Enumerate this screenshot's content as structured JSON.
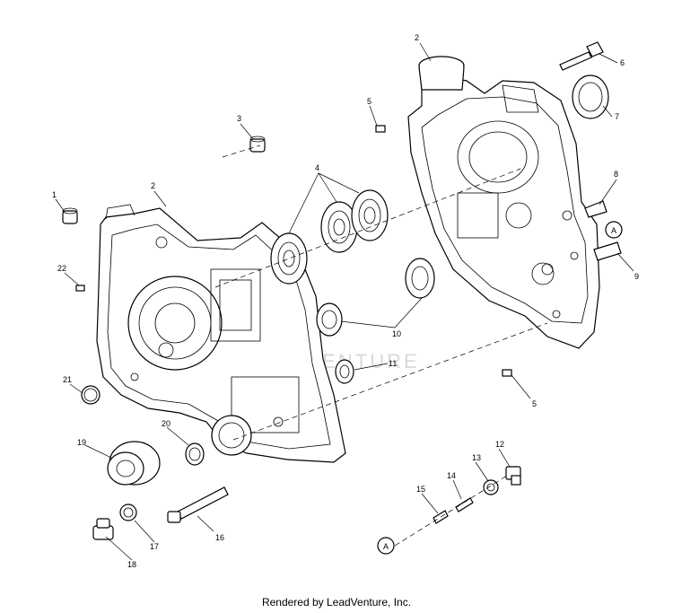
{
  "diagram": {
    "callouts": [
      "1",
      "2",
      "2",
      "3",
      "4",
      "5",
      "5",
      "6",
      "7",
      "8",
      "9",
      "10",
      "11",
      "12",
      "13",
      "14",
      "15",
      "16",
      "17",
      "18",
      "19",
      "20",
      "21",
      "22"
    ],
    "reference_label": "A",
    "watermark": "ADVENTURE"
  },
  "footer": {
    "text": "Rendered by LeadVenture, Inc."
  }
}
